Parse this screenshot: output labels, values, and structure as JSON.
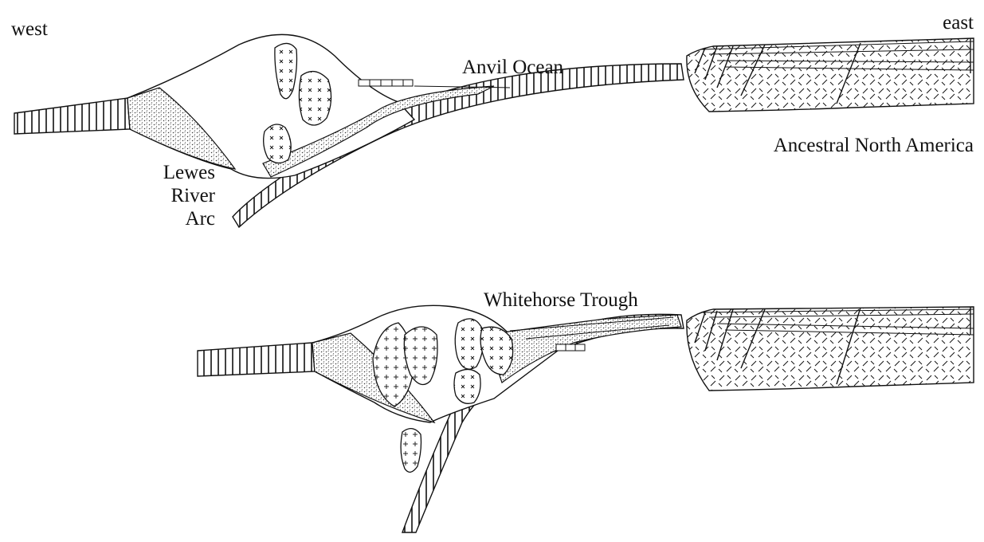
{
  "labels": {
    "west": "west",
    "east": "east",
    "anvil_ocean": "Anvil Ocean",
    "ancestral_north_america": "Ancestral North America",
    "lewes_line1": "Lewes",
    "lewes_line2": "River",
    "lewes_line3": "Arc",
    "whitehorse_trough": "Whitehorse Trough"
  }
}
